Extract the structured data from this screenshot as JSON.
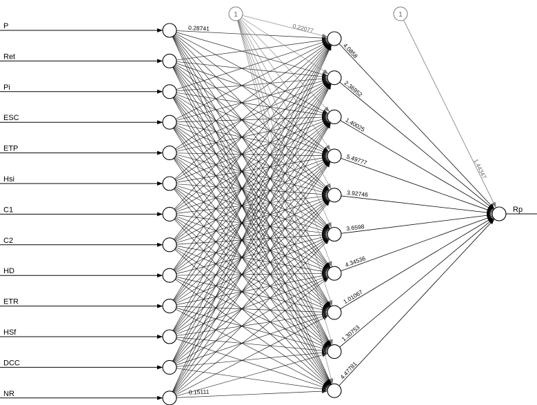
{
  "network": {
    "inputs": [
      "P",
      "Ret",
      "Pi",
      "ESC",
      "ETP",
      "Hsi",
      "C1",
      "C2",
      "HD",
      "ETR",
      "HSf",
      "DCC",
      "NR"
    ],
    "output": "Rp",
    "bias_label": "1",
    "hidden_count": 10,
    "weight_labels": {
      "first_input_to_hidden": "0.28741",
      "last_input_to_hidden": "0.15111",
      "bias_to_first_hidden": "0.22077",
      "hidden_to_output": [
        "4.0858",
        "2.36952",
        "1.40025",
        "5.49777",
        "3.92746",
        "3.6598",
        "4.34536",
        "1.01067",
        "1.30753",
        "4.47781"
      ],
      "bias_to_output": "1.44347"
    }
  }
}
